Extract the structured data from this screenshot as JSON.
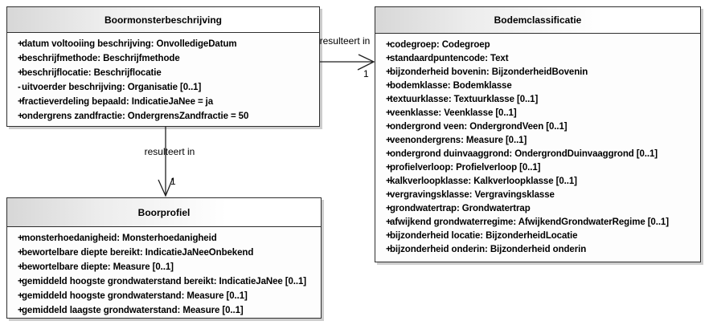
{
  "diagram": {
    "classes": [
      {
        "title": "Boormonsterbeschrijving",
        "attributes": [
          {
            "vis": "+",
            "text": "datum voltooiing beschrijving: OnvolledigeDatum"
          },
          {
            "vis": "+",
            "text": "beschrijfmethode: Beschrijfmethode"
          },
          {
            "vis": "+",
            "text": "beschrijflocatie: Beschrijflocatie"
          },
          {
            "vis": "-",
            "text": "uitvoerder beschrijving: Organisatie [0..1]"
          },
          {
            "vis": "+",
            "text": "fractieverdeling bepaald: IndicatieJaNee = ja"
          },
          {
            "vis": "+",
            "text": "ondergrens zandfractie: OndergrensZandfractie = 50"
          }
        ]
      },
      {
        "title": "Bodemclassificatie",
        "attributes": [
          {
            "vis": "+",
            "text": "codegroep: Codegroep"
          },
          {
            "vis": "+",
            "text": "standaardpuntencode: Text"
          },
          {
            "vis": "+",
            "text": "bijzonderheid bovenin: BijzonderheidBovenin"
          },
          {
            "vis": "+",
            "text": "bodemklasse: Bodemklasse"
          },
          {
            "vis": "+",
            "text": "textuurklasse: Textuurklasse [0..1]"
          },
          {
            "vis": "+",
            "text": "veenklasse: Veenklasse [0..1]"
          },
          {
            "vis": "+",
            "text": "ondergrond veen: OndergrondVeen [0..1]"
          },
          {
            "vis": "+",
            "text": "veenondergrens: Measure [0..1]"
          },
          {
            "vis": "+",
            "text": "ondergrond duinvaaggrond: OndergrondDuinvaaggrond [0..1]"
          },
          {
            "vis": "+",
            "text": "profielverloop: Profielverloop [0..1]"
          },
          {
            "vis": "+",
            "text": "kalkverloopklasse: Kalkverloopklasse [0..1]"
          },
          {
            "vis": "+",
            "text": "vergravingsklasse: Vergravingsklasse"
          },
          {
            "vis": "+",
            "text": "grondwatertrap: Grondwatertrap"
          },
          {
            "vis": "+",
            "text": "afwijkend grondwaterregime: AfwijkendGrondwaterRegime [0..1]"
          },
          {
            "vis": "+",
            "text": "bijzonderheid locatie: BijzonderheidLocatie"
          },
          {
            "vis": "+",
            "text": "bijzonderheid onderin: Bijzonderheid onderin"
          }
        ]
      },
      {
        "title": "Boorprofiel",
        "attributes": [
          {
            "vis": "+",
            "text": "monsterhoedanigheid: Monsterhoedanigheid"
          },
          {
            "vis": "+",
            "text": "bewortelbare diepte bereikt: IndicatieJaNeeOnbekend"
          },
          {
            "vis": "+",
            "text": "bewortelbare diepte: Measure [0..1]"
          },
          {
            "vis": "+",
            "text": "gemiddeld hoogste grondwaterstand bereikt: IndicatieJaNee [0..1]"
          },
          {
            "vis": "+",
            "text": "gemiddeld hoogste grondwaterstand: Measure [0..1]"
          },
          {
            "vis": "+",
            "text": "gemiddeld laagste grondwaterstand: Measure [0..1]"
          }
        ]
      }
    ],
    "associations": [
      {
        "label": "resulteert in",
        "multiplicity": "1"
      },
      {
        "label": "resulteert in",
        "multiplicity": "1"
      }
    ],
    "colors": {
      "border": "#2e2e2e",
      "shadow": "#cdcdcd",
      "header_gradient_start": "#d7d7d7",
      "header_gradient_end": "#ffffff"
    }
  }
}
